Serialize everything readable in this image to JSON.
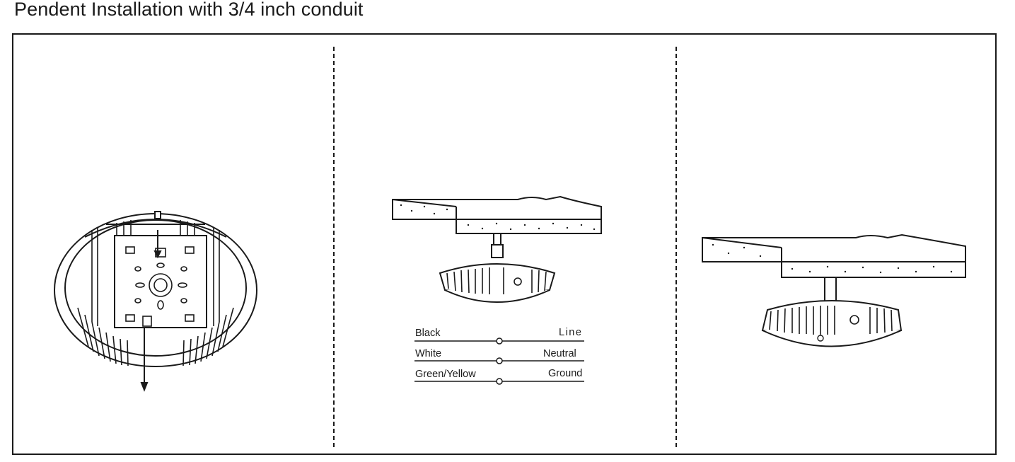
{
  "title": "Pendent Installation with 3/4 inch conduit",
  "wiring": [
    {
      "left": "Black",
      "right": "Line"
    },
    {
      "left": "White",
      "right": "Neutral"
    },
    {
      "left": "Green/Yellow",
      "right": "Ground"
    }
  ],
  "colors": {
    "line": "#1a1a1a",
    "background": "#ffffff"
  }
}
